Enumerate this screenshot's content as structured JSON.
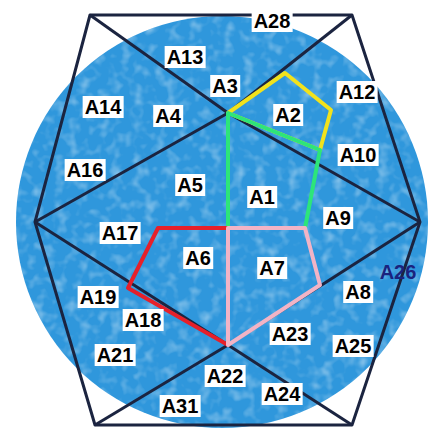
{
  "diagram": {
    "nodes": [
      {
        "text": [
          "A2"
        ]
      },
      {
        "text": [
          "A1"
        ]
      },
      {
        "text": [
          "A6"
        ]
      },
      {
        "text": [
          "A7"
        ]
      }
    ],
    "labels": [
      "A28",
      "A13",
      "A12",
      "A3",
      "A14",
      "A4",
      "A10",
      "A16",
      "A5",
      "A9",
      "A17",
      "A26",
      "A8",
      "A19",
      "A18",
      "A23",
      "A25",
      "A21",
      "A22",
      "A24",
      "A31"
    ]
  }
}
